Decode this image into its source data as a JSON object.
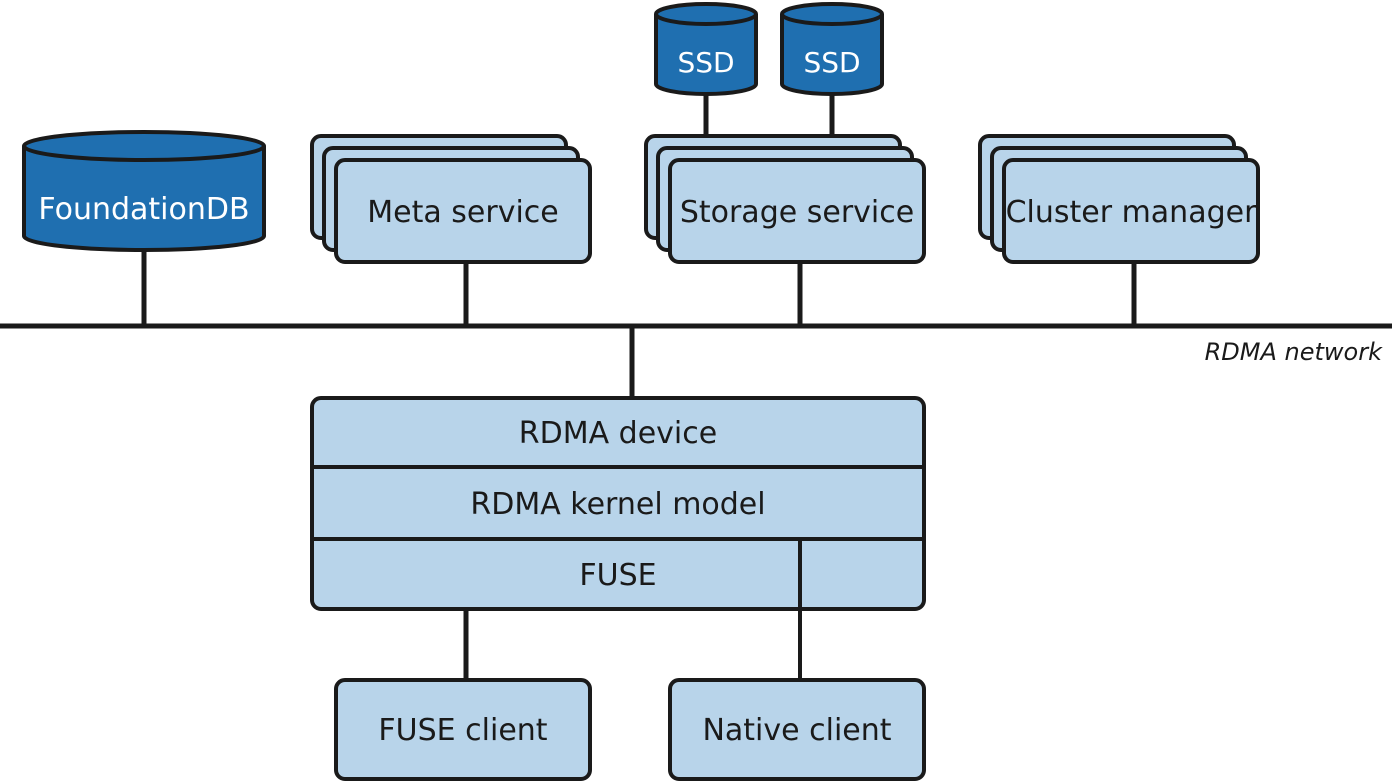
{
  "colors": {
    "box_fill": "#b8d4ea",
    "db_fill": "#1f6fb0",
    "stroke": "#1a1a1a",
    "text": "#1a1a1a",
    "text_light": "#ffffff"
  },
  "databases": {
    "foundationdb": "FoundationDB",
    "ssd_1": "SSD",
    "ssd_2": "SSD"
  },
  "services": {
    "meta": "Meta service",
    "storage": "Storage service",
    "cluster": "Cluster manager"
  },
  "network": {
    "label": "RDMA network"
  },
  "client_stack": {
    "layers": [
      "RDMA device",
      "RDMA kernel model",
      "FUSE"
    ]
  },
  "clients": {
    "fuse_client": "FUSE client",
    "native_client": "Native client"
  }
}
